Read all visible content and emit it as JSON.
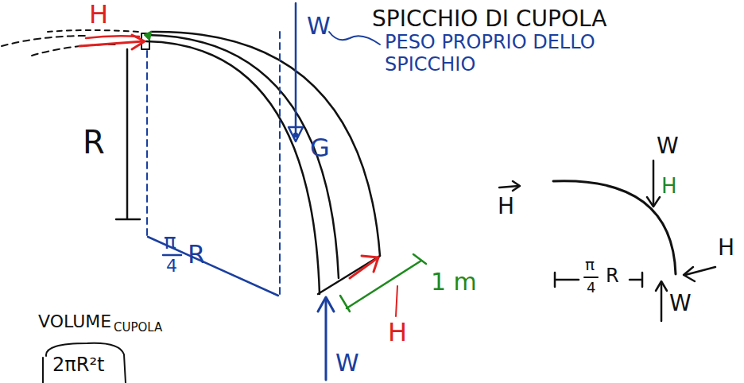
{
  "diagram": {
    "labels": [
      "SPICCHIO DI CUPOLA",
      "H",
      "W",
      "PESO PROPRIO DELLO SPICCHIO",
      "R",
      "G",
      "π",
      "4",
      "R",
      "1 m",
      "H",
      "W",
      "VOLUME",
      "CUPOLA",
      "2πR²t",
      "W",
      "H",
      "H",
      "H",
      "π",
      "4",
      "R",
      "W"
    ]
  }
}
